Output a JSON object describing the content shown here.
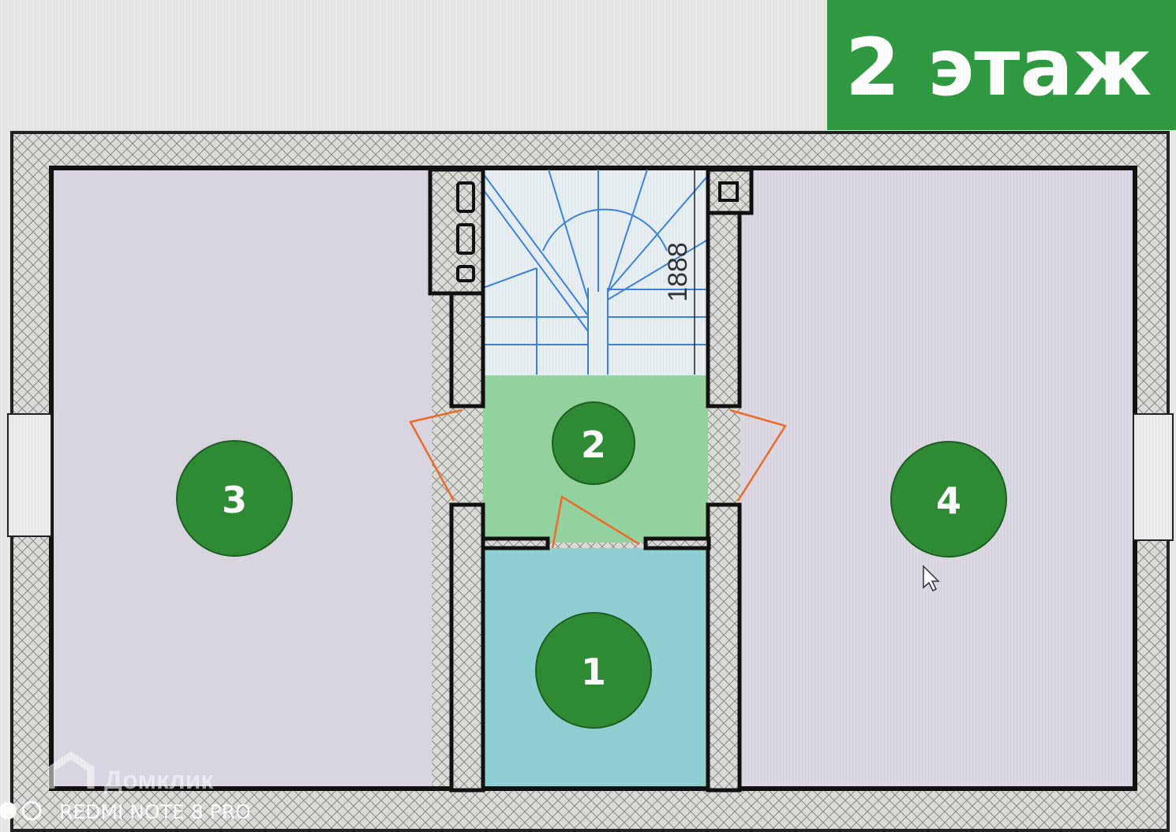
{
  "header": {
    "title": "2 этаж",
    "accent_color": "#2f9a3f"
  },
  "plan": {
    "dimension_label": "1888",
    "rooms": [
      {
        "number": "1",
        "fill": "#8fd0d4"
      },
      {
        "number": "2",
        "fill": "#94d3a0"
      },
      {
        "number": "3",
        "fill": "#d9d5e1"
      },
      {
        "number": "4",
        "fill": "#dcd8e3"
      }
    ],
    "marker_color": "#2e8c34"
  },
  "watermark": {
    "brand": "Домклик",
    "camera": "REDMI NOTE 8 PRO"
  }
}
